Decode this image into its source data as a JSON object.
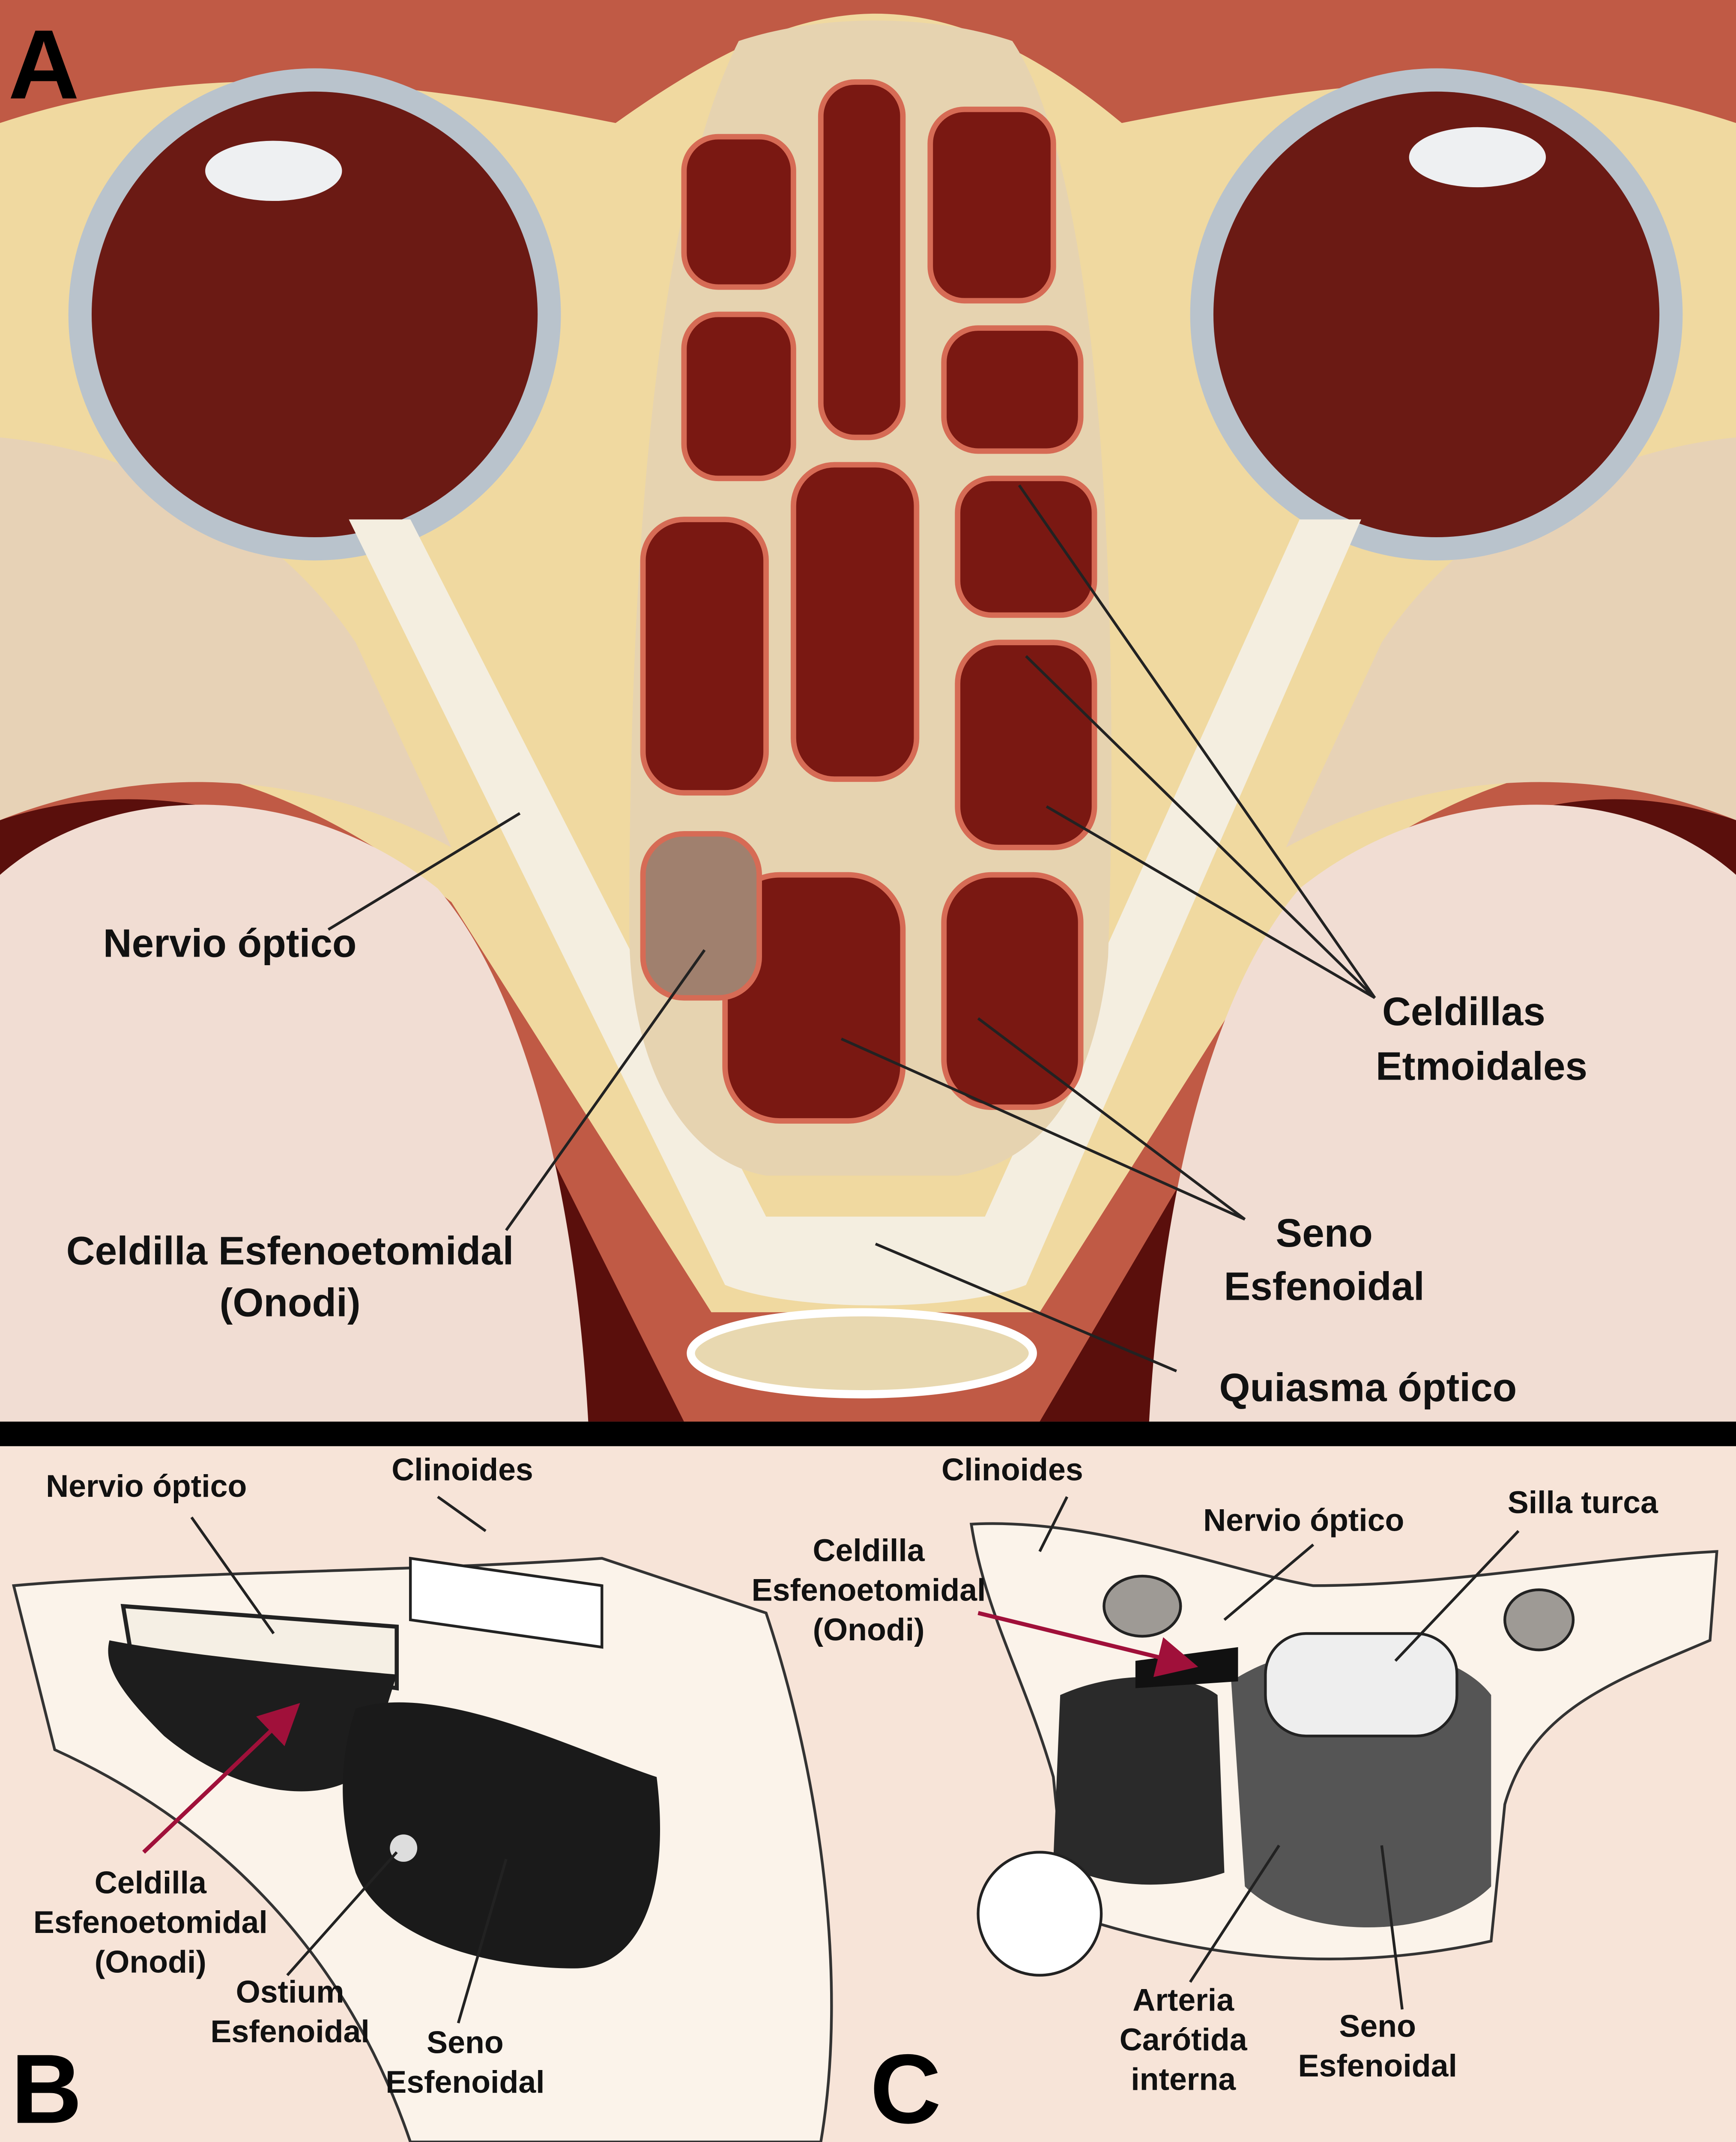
{
  "panel_a": {
    "letter": "A",
    "labels": {
      "nervio_optico": "Nervio óptico",
      "celdillas_1": "Celdillas",
      "celdillas_2": "Etmoidales",
      "onodi_1": "Celdilla Esfenoetomidal",
      "onodi_2": "(Onodi)",
      "seno_1": "Seno",
      "seno_2": "Esfenoidal",
      "quiasma": "Quiasma óptico"
    }
  },
  "panel_b": {
    "letter": "B",
    "labels": {
      "nervio_optico": "Nervio óptico",
      "clinoides": "Clinoides",
      "onodi_1": "Celdilla",
      "onodi_2": "Esfenoetomidal",
      "onodi_3": "(Onodi)",
      "ostium_1": "Ostium",
      "ostium_2": "Esfenoidal",
      "seno_1": "Seno",
      "seno_2": "Esfenoidal"
    }
  },
  "panel_c": {
    "letter": "C",
    "labels": {
      "clinoides": "Clinoides",
      "nervio_optico": "Nervio óptico",
      "silla_turca": "Silla turca",
      "onodi_1": "Celdilla",
      "onodi_2": "Esfenoetomidal",
      "onodi_3": "(Onodi)",
      "arteria_1": "Arteria",
      "arteria_2": "Carótida",
      "arteria_3": "interna",
      "seno_1": "Seno",
      "seno_2": "Esfenoidal"
    }
  },
  "colors": {
    "bone": "#f0d9a0",
    "tissue": "#8a1f1a",
    "brain": "#f1ddd3",
    "sketch_bg": "#f7e4d8",
    "arrow": "#a0103a"
  }
}
